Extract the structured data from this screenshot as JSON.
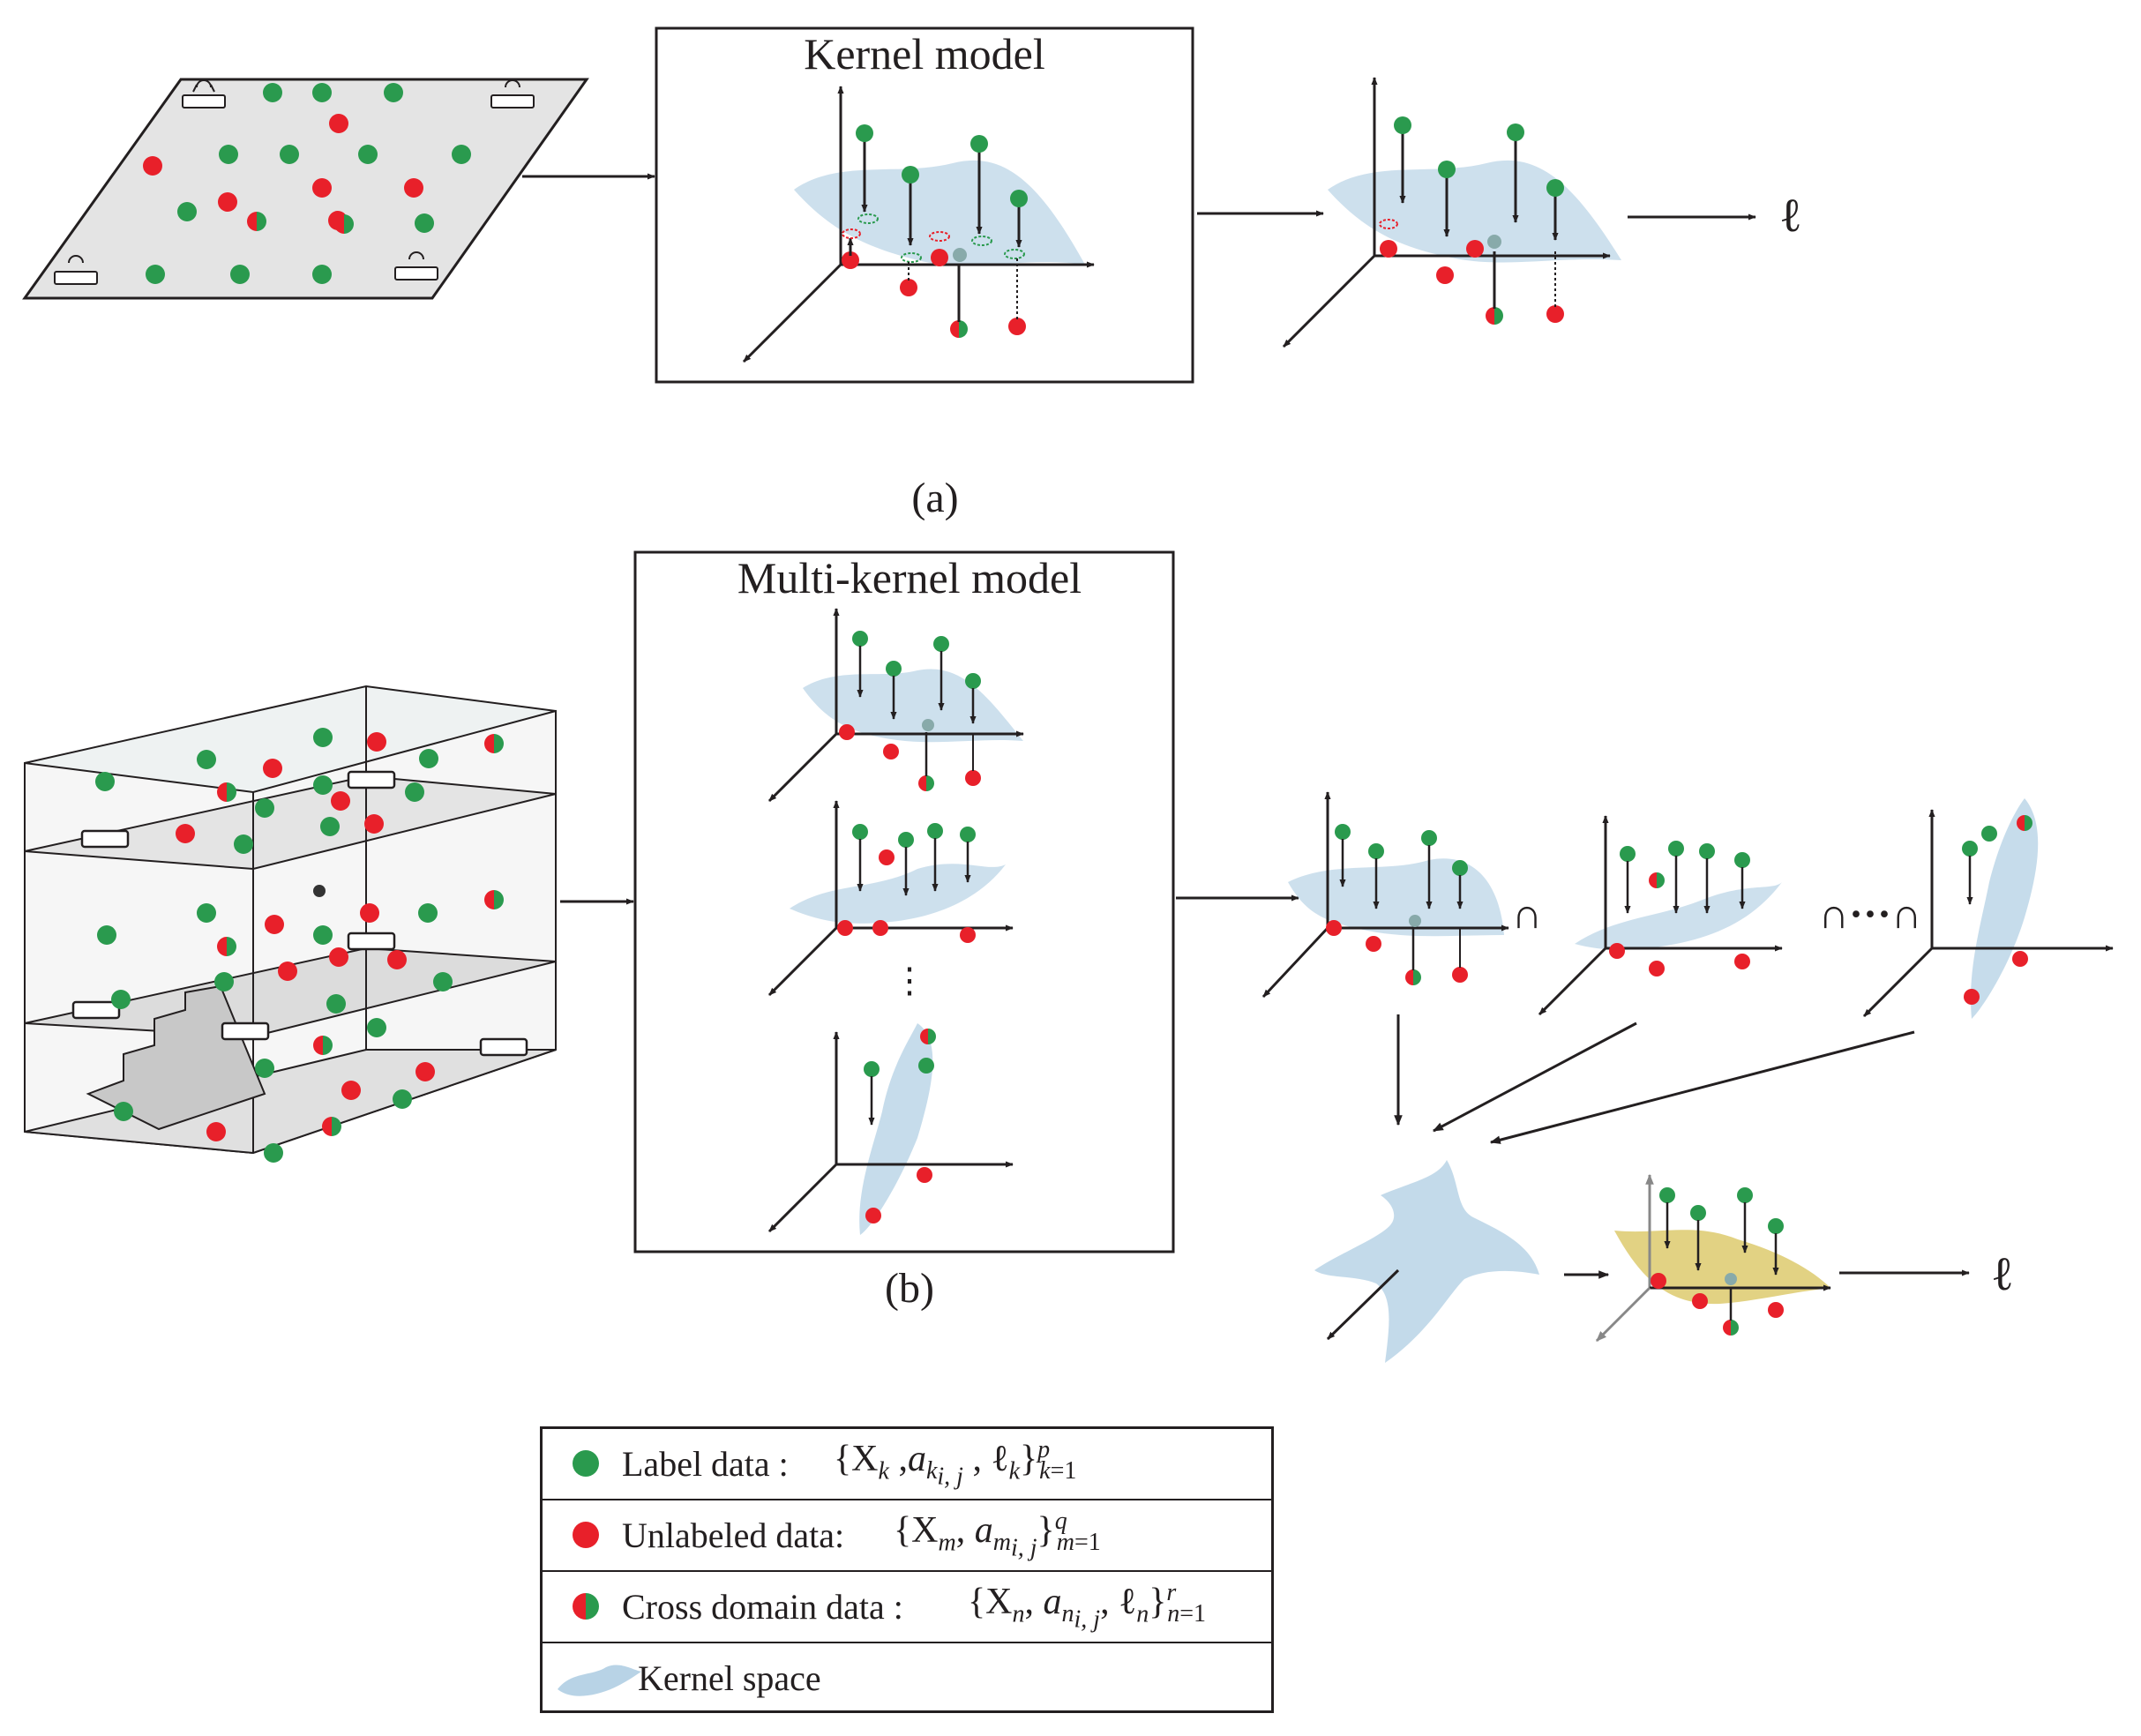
{
  "titles": {
    "kernel_model": "Kernel model",
    "multi_kernel_model": "Multi-kernel model",
    "caption_a": "(a)",
    "caption_b": "(b)"
  },
  "symbols": {
    "ell": "ℓ",
    "intersect": "∩",
    "intersect_chain": "∩···∩",
    "vdots": "⋮"
  },
  "legend": {
    "label_data": {
      "text": "Label data : ",
      "math": "{X_k , a_{k i, j}, ℓ_k}_{k=1}^{p}",
      "color": "#2a9a4e"
    },
    "unlabeled_data": {
      "text": "Unlabeled data: ",
      "math": "{X_m, a_{m i, j}}_{m=1}^{q}",
      "color": "#e8202a"
    },
    "cross_domain_data": {
      "text": "Cross domain data : ",
      "math": "{X_n, a_{n i, j}, ℓ_n}_{n=1}^{r}",
      "color_left": "#e8202a",
      "color_right": "#2a9a4e"
    },
    "kernel_space": {
      "text": "Kernel space",
      "color": "#b8d3e6"
    }
  },
  "colors": {
    "green": "#2a9a4e",
    "red": "#e8202a",
    "kernel": "#b8d3e6",
    "yellow_kernel": "#d8c35a",
    "floor": "#e4e4e4",
    "line": "#231f20"
  }
}
